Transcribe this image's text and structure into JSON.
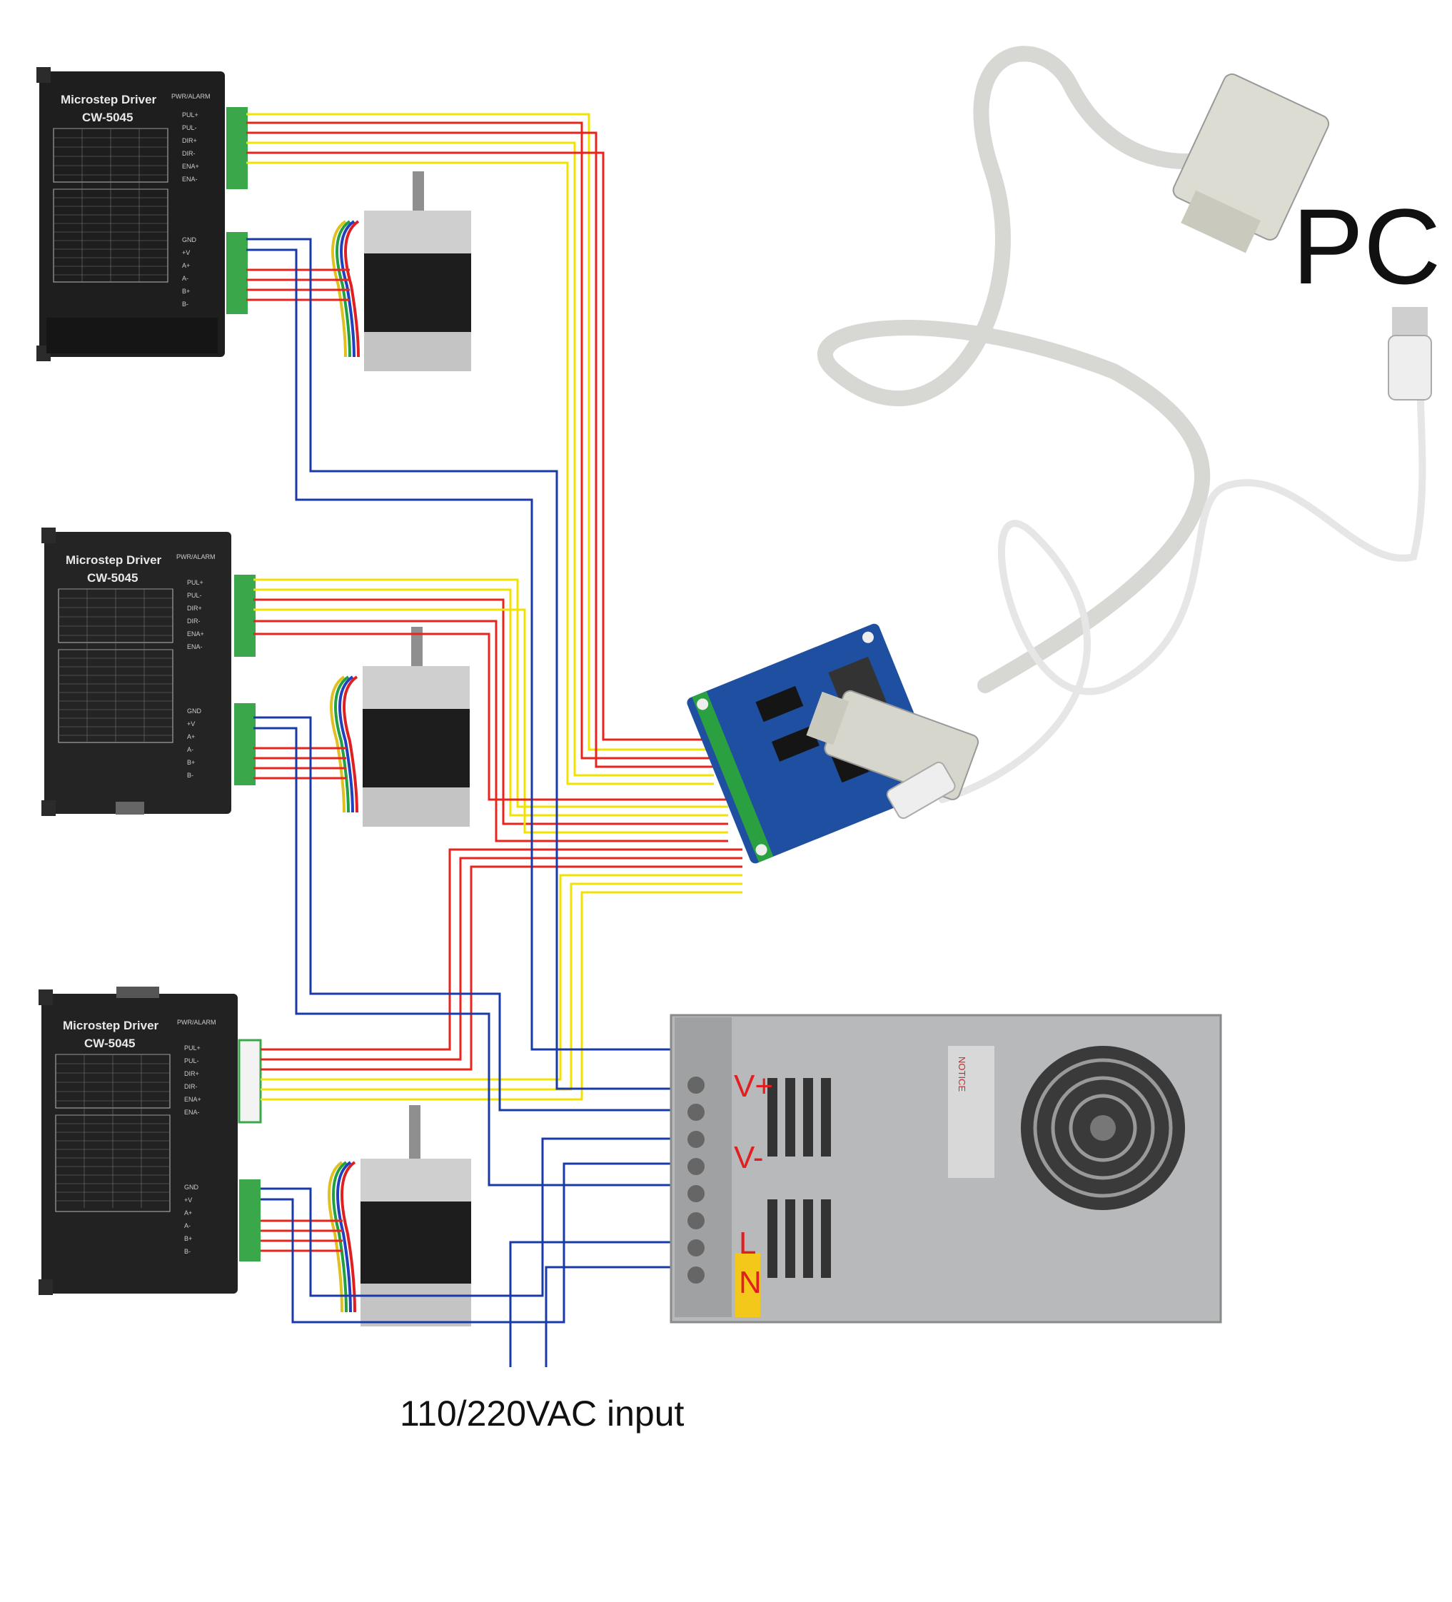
{
  "drivers": [
    {
      "title": "Microstep Driver",
      "model": "CW-5045",
      "alarm": "PWR/ALARM",
      "pins": [
        "PUL+",
        "PUL-",
        "DIR+",
        "DIR-",
        "ENA+",
        "ENA-"
      ],
      "power_pins": [
        "GND",
        "+V",
        "A+",
        "A-",
        "B+",
        "B-"
      ]
    },
    {
      "title": "Microstep Driver",
      "model": "CW-5045",
      "alarm": "PWR/ALARM",
      "pins": [
        "PUL+",
        "PUL-",
        "DIR+",
        "DIR-",
        "ENA+",
        "ENA-"
      ],
      "power_pins": [
        "GND",
        "+V",
        "A+",
        "A-",
        "B+",
        "B-"
      ]
    },
    {
      "title": "Microstep Driver",
      "model": "CW-5045",
      "alarm": "PWR/ALARM",
      "pins": [
        "PUL+",
        "PUL-",
        "DIR+",
        "DIR-",
        "ENA+",
        "ENA-"
      ],
      "power_pins": [
        "GND",
        "+V",
        "A+",
        "A-",
        "B+",
        "B-"
      ]
    }
  ],
  "psu": {
    "terminal_labels": [
      "V+",
      "V-",
      "L",
      "N"
    ],
    "notice": "NOTICE"
  },
  "labels": {
    "pc": "PC",
    "ac_input": "110/220VAC input"
  },
  "colors": {
    "signal_yellow": "#f2e200",
    "signal_red": "#e8241c",
    "power_blue": "#1a3aa8",
    "driver_body": "#1e1e1e",
    "terminal_green": "#3aa84a",
    "board_blue": "#1f4fa0",
    "psu_metal": "#b7b9bb",
    "cable_gray": "#d7d8d3",
    "terminal_text_red": "#e02020"
  }
}
